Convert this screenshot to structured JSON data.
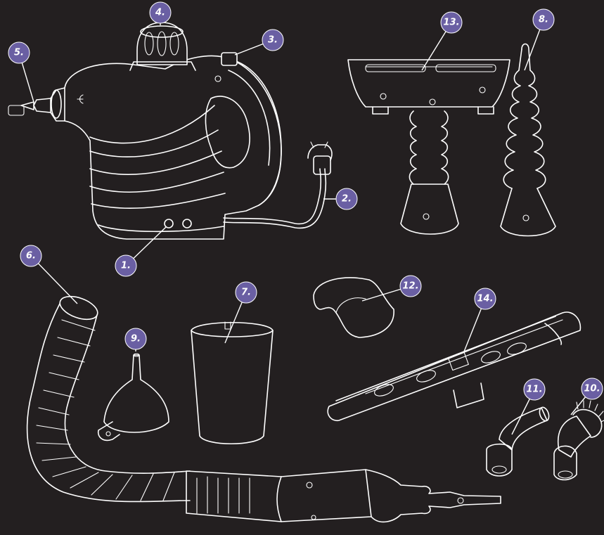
{
  "colors": {
    "background": "#231f20",
    "line": "#ffffff",
    "badge": "#6a5fa3"
  },
  "labels": {
    "l1": "1.",
    "l2": "2.",
    "l3": "3.",
    "l4": "4.",
    "l5": "5.",
    "l6": "6.",
    "l7": "7.",
    "l8": "8.",
    "l9": "9.",
    "l10": "10.",
    "l11": "11.",
    "l12": "12.",
    "l13": "13.",
    "l14": "14."
  }
}
